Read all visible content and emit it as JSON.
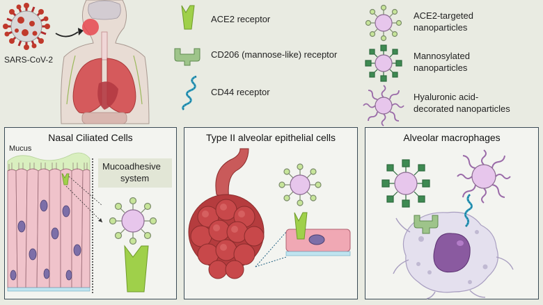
{
  "virus": {
    "label": "SARS-CoV-2"
  },
  "legend": {
    "receptors": [
      {
        "id": "ace2",
        "label": "ACE2 receptor",
        "icon": "ace2-receptor-icon"
      },
      {
        "id": "cd206",
        "label": "CD206 (mannose-like) receptor",
        "icon": "cd206-receptor-icon"
      },
      {
        "id": "cd44",
        "label": "CD44 receptor",
        "icon": "cd44-receptor-icon"
      }
    ],
    "nanoparticles": [
      {
        "id": "ace2np",
        "line1": "ACE2-targeted",
        "line2": "nanoparticles",
        "icon": "ace2-nanoparticle-icon"
      },
      {
        "id": "mannose",
        "line1": "Mannosylated",
        "line2": "nanoparticles",
        "icon": "mannosylated-nanoparticle-icon"
      },
      {
        "id": "ha",
        "line1": "Hyaluronic acid-",
        "line2": "decorated nanoparticles",
        "icon": "hyaluronic-nanoparticle-icon"
      }
    ]
  },
  "panels": {
    "nasal": {
      "title": "Nasal Ciliated Cells",
      "mucus": "Mucus",
      "system_line1": "Mucoadhesive",
      "system_line2": "system"
    },
    "alveolar": {
      "title": "Type II alveolar epithelial cells"
    },
    "macrophage": {
      "title": "Alveolar macrophages"
    }
  },
  "colors": {
    "background": "#e9ebe2",
    "ace2_green": "#9fd04a",
    "cd206_green": "#7fae6e",
    "mannose_green": "#3e8a52",
    "ha_purple": "#9a6aa8",
    "cd44_blue": "#2f9fc0",
    "nanoparticle_pink": "#e7c6ec",
    "cell_pink": "#e9a5b4",
    "lung_red": "#c95050"
  }
}
